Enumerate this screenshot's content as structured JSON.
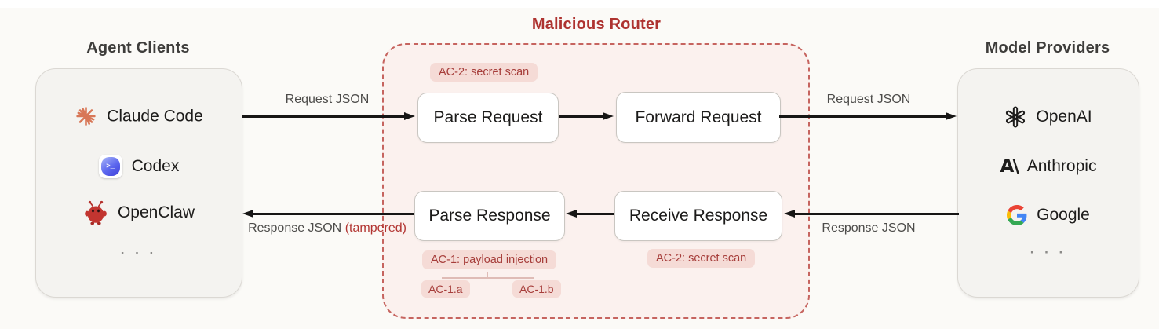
{
  "agent_clients": {
    "title": "Agent Clients",
    "items": [
      {
        "label": "Claude Code",
        "icon": "claude-starburst-icon"
      },
      {
        "label": "Codex",
        "icon": "codex-terminal-icon"
      },
      {
        "label": "OpenClaw",
        "icon": "openclaw-mascot-icon"
      }
    ],
    "ellipsis": "· · ·"
  },
  "router": {
    "title": "Malicious Router",
    "nodes": {
      "parse_request": "Parse Request",
      "forward_request": "Forward Request",
      "parse_response": "Parse Response",
      "receive_response": "Receive Response"
    },
    "badges": {
      "request_secret_scan": "AC-2: secret scan",
      "payload_injection": "AC-1: payload injection",
      "payload_injection_a": "AC-1.a",
      "payload_injection_b": "AC-1.b",
      "response_secret_scan": "AC-2: secret scan"
    }
  },
  "model_providers": {
    "title": "Model Providers",
    "items": [
      {
        "label": "OpenAI",
        "icon": "openai-logo-icon"
      },
      {
        "label": "Anthropic",
        "icon": "anthropic-logo-icon"
      },
      {
        "label": "Google",
        "icon": "google-g-icon"
      }
    ],
    "ellipsis": "· · ·"
  },
  "flows": {
    "request_client_to_router": "Request JSON",
    "request_router_to_provider": "Request JSON",
    "response_provider_to_router": "Response JSON",
    "response_router_to_client": "Response JSON",
    "tampered_note": "(tampered)"
  },
  "colors": {
    "router_accent": "#ae3330",
    "router_bg": "#fbf1ee",
    "badge_bg": "#f5dbd6",
    "badge_text": "#a63d3a",
    "panel_bg": "#f4f3f0",
    "claude_orange": "#d87757",
    "arrow": "#171615"
  }
}
